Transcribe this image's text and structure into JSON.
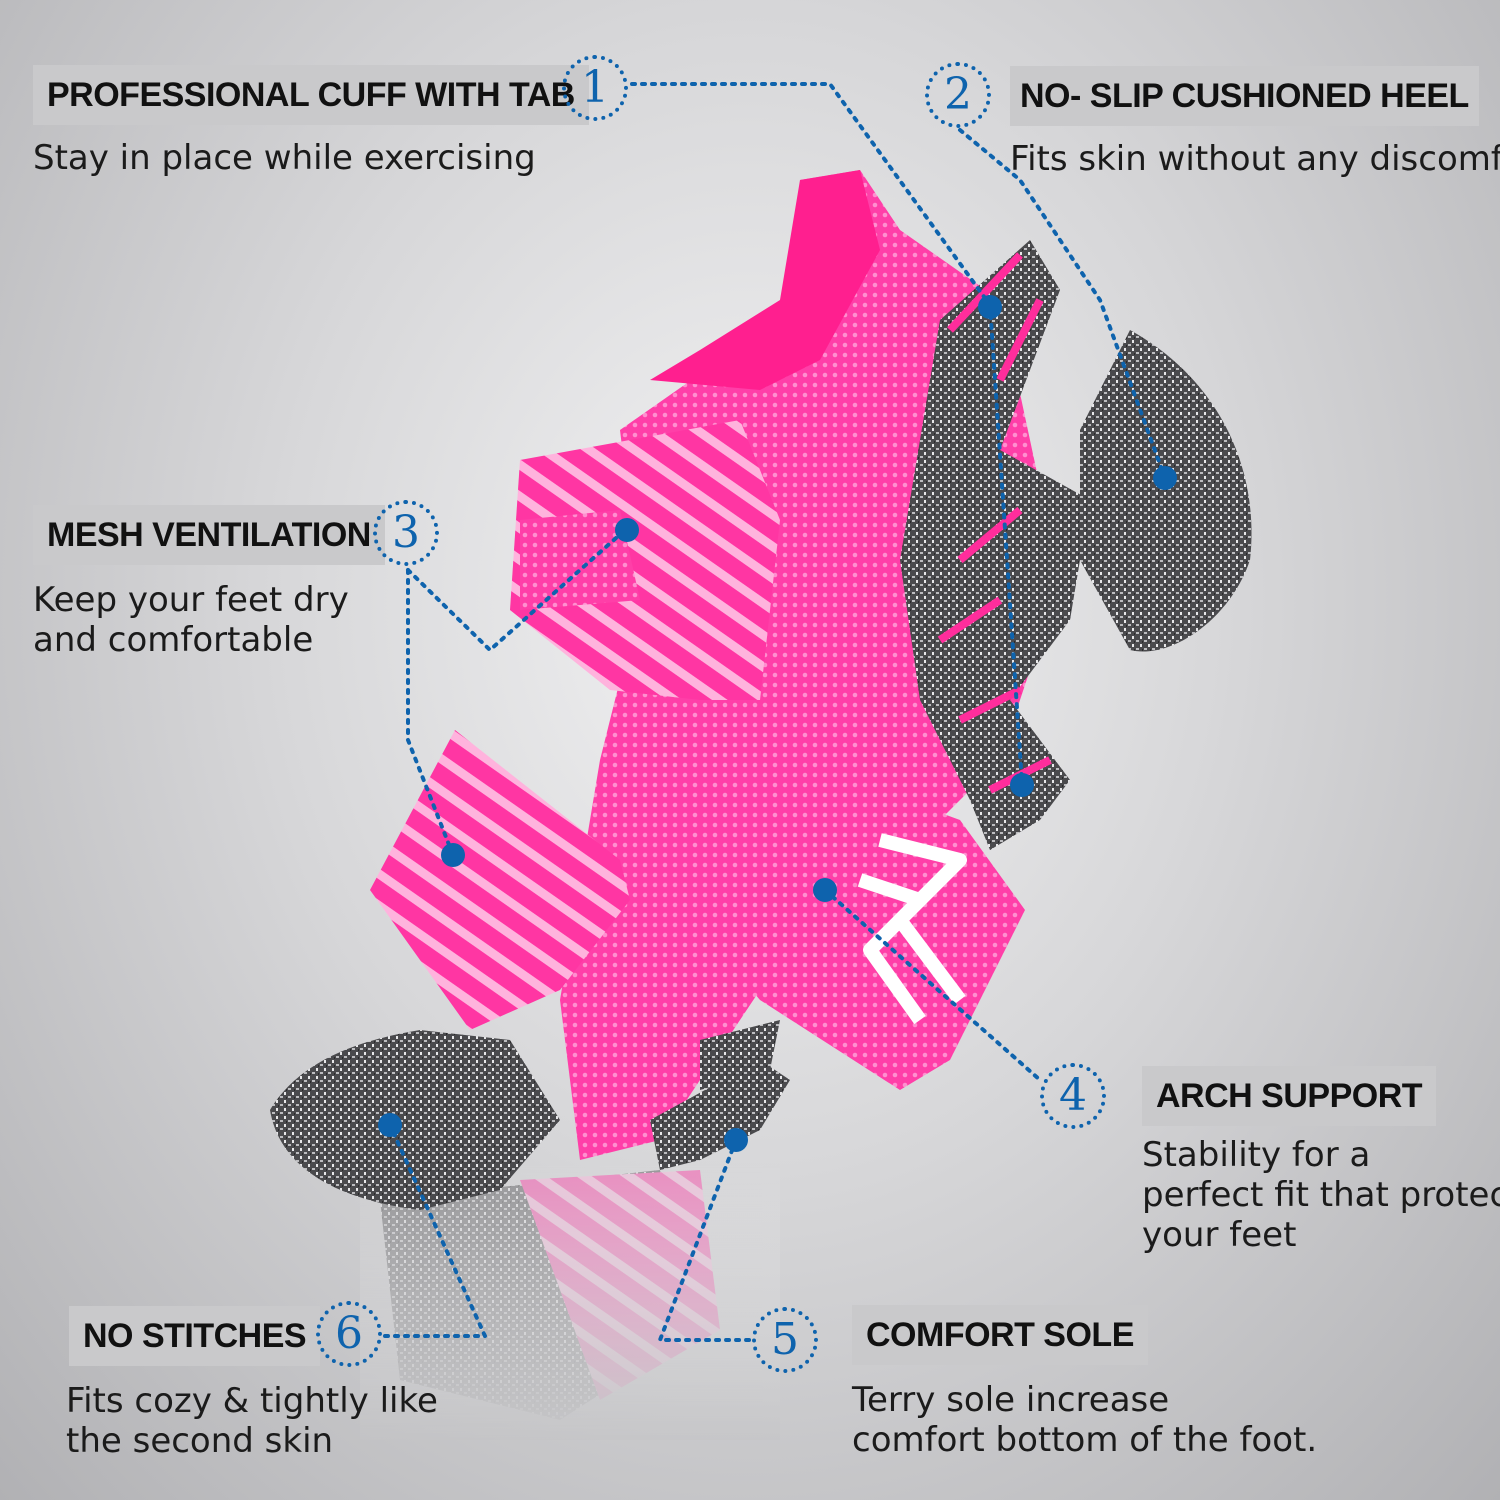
{
  "features": [
    {
      "number": "1",
      "title": "PROFESSIONAL CUFF WITH TAB",
      "lines": [
        "Stay in place while exercising"
      ]
    },
    {
      "number": "2",
      "title": "NO- SLIP  CUSHIONED HEEL",
      "lines": [
        "Fits skin without any discomfort"
      ]
    },
    {
      "number": "3",
      "title": "MESH VENTILATION",
      "lines": [
        "Keep your feet dry",
        "and comfortable"
      ]
    },
    {
      "number": "4",
      "title": "ARCH SUPPORT",
      "lines": [
        "Stability for a",
        "perfect fit that protect",
        "your feet"
      ]
    },
    {
      "number": "5",
      "title": "COMFORT SOLE",
      "lines": [
        "Terry sole increase",
        "comfort bottom of the foot."
      ]
    },
    {
      "number": "6",
      "title": "NO STITCHES",
      "lines": [
        "Fits cozy & tightly like",
        "the second skin"
      ]
    }
  ],
  "colors": {
    "accent_blue": "#0e63ad",
    "sock_pink": "#ff2d9c",
    "sock_gray": "#555558",
    "label_bg": "#c9c9cb"
  }
}
